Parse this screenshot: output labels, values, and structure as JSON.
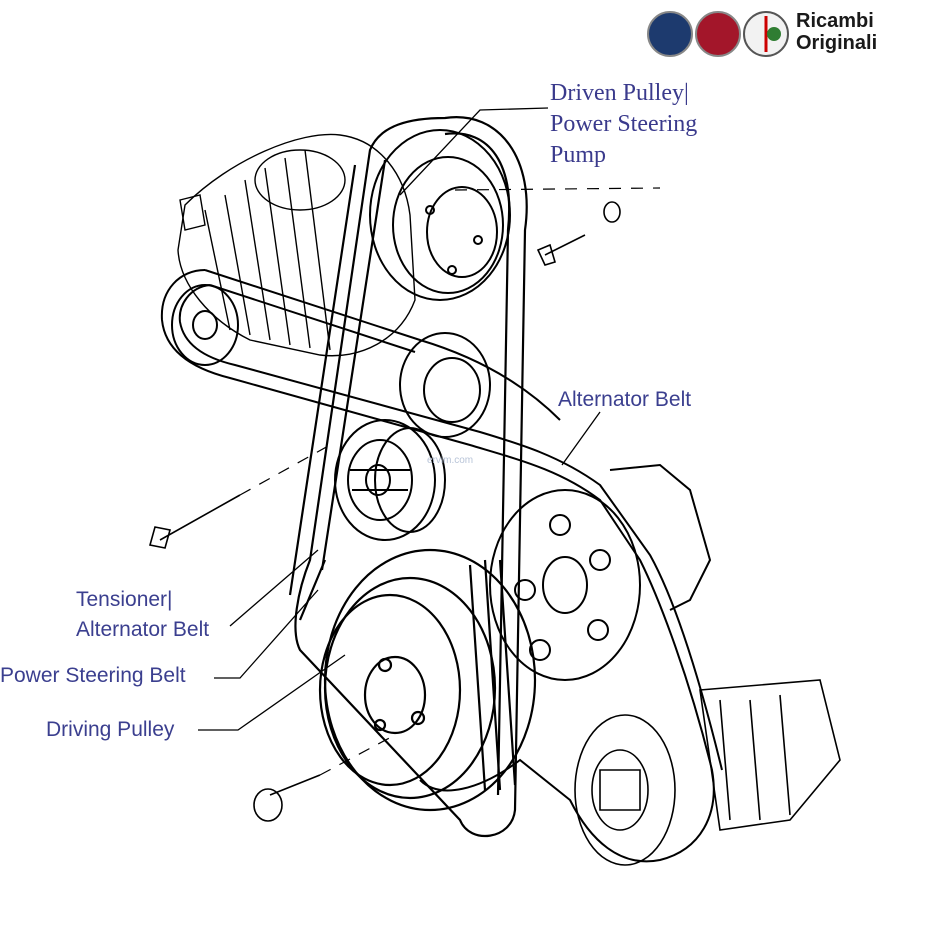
{
  "brand": {
    "line1": "Ricambi",
    "line2": "Originali",
    "logos": [
      "lancia-logo",
      "fiat-logo",
      "alfa-romeo-logo"
    ],
    "logo_colors": {
      "lancia": "#1d3a6e",
      "fiat": "#a3162a",
      "alfa": "#2d2d2d"
    }
  },
  "labels": {
    "driven_pulley": [
      "Driven Pulley|",
      "Power Steering",
      "Pump"
    ],
    "alternator_belt": "Alternator Belt",
    "tensioner": [
      "Tensioner|",
      "Alternator Belt"
    ],
    "power_steering_belt": "Power Steering Belt",
    "driving_pulley": "Driving Pulley"
  },
  "watermark": "ervim.com",
  "colors": {
    "label": "#3b3f8f",
    "line": "#000000"
  }
}
